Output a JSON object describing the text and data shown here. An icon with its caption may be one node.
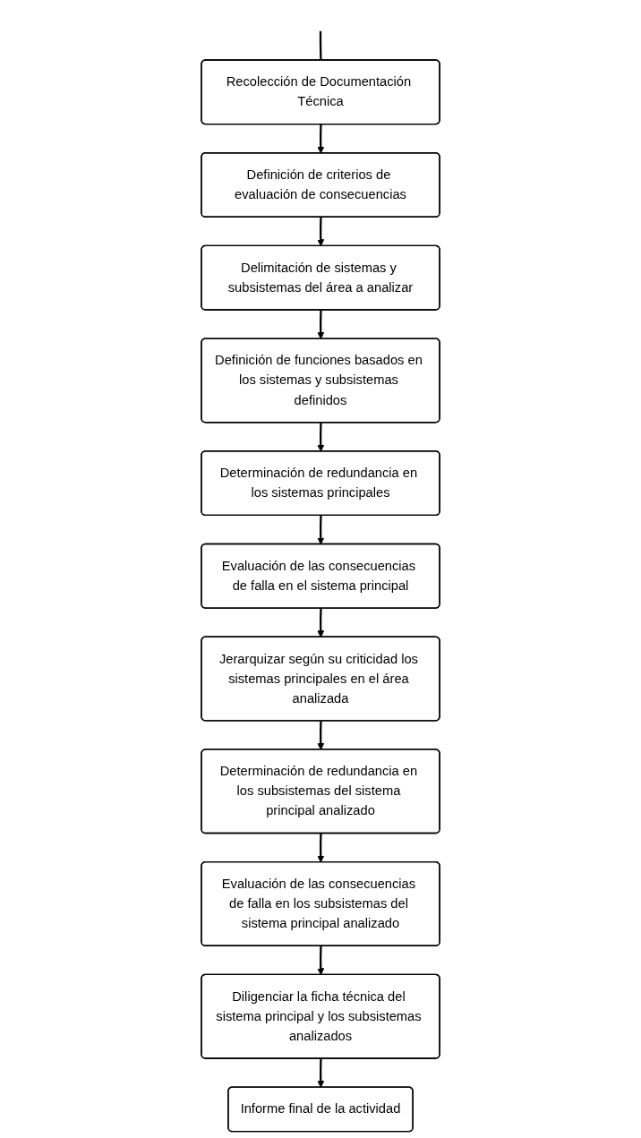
{
  "diagram": {
    "nodes": [
      {
        "text": [
          "Recolección de Documentación Técnica"
        ]
      },
      {
        "text": [
          "Definición de criterios de evaluación de consecuencias"
        ]
      },
      {
        "text": [
          "Delimitación de sistemas y subsistemas del área a analizar"
        ]
      },
      {
        "text": [
          "Definición de funciones basados en los sistemas y subsistemas definidos"
        ]
      },
      {
        "text": [
          "Determinación de redundancia en los sistemas principales"
        ]
      },
      {
        "text": [
          "Evaluación de las consecuencias de falla en el sistema principal"
        ]
      },
      {
        "text": [
          "Jerarquizar según su criticidad los sistemas principales en el área analizada"
        ]
      },
      {
        "text": [
          "Determinación de redundancia en los subsistemas del sistema principal analizado"
        ]
      },
      {
        "text": [
          "Evaluación de las consecuencias de falla en los subsistemas del sistema principal analizado"
        ]
      },
      {
        "text": [
          "Diligenciar la ficha técnica del sistema principal y los subsistemas analizados"
        ]
      },
      {
        "text": [
          "Informe final de la actividad"
        ]
      }
    ],
    "edges": [
      {
        "from": null,
        "to": 0,
        "arrow": "none"
      },
      {
        "from": 0,
        "to": 1,
        "arrow": "to"
      },
      {
        "from": 1,
        "to": 2,
        "arrow": "to"
      },
      {
        "from": 2,
        "to": 3,
        "arrow": "to"
      },
      {
        "from": 3,
        "to": 4,
        "arrow": "to"
      },
      {
        "from": 4,
        "to": 5,
        "arrow": "to"
      },
      {
        "from": 5,
        "to": 6,
        "arrow": "to"
      },
      {
        "from": 6,
        "to": 7,
        "arrow": "to"
      },
      {
        "from": 7,
        "to": 8,
        "arrow": "to"
      },
      {
        "from": 8,
        "to": 9,
        "arrow": "to"
      },
      {
        "from": 9,
        "to": 10,
        "arrow": "to"
      }
    ]
  }
}
